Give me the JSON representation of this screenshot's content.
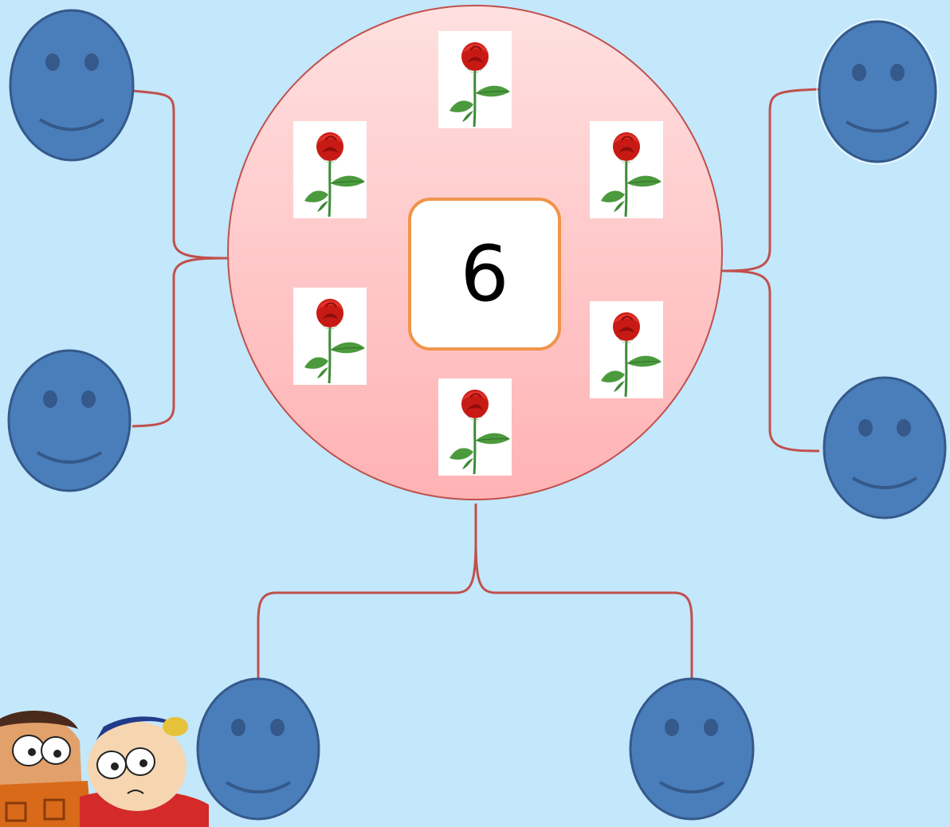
{
  "center": {
    "number": "6"
  },
  "colors": {
    "background": "#c3e7fb",
    "circle_fill_top": "#ffe0e0",
    "circle_fill_bottom": "#ffb2b4",
    "circle_stroke": "#c0504d",
    "connector": "#c0504d",
    "number_border": "#f0944a",
    "smiley_fill": "#4a7ebb",
    "smiley_stroke": "#34598a"
  },
  "icons": {
    "rose": "rose-icon",
    "smiley": "smiley-face-icon",
    "mascots": "cartoon-characters-icon"
  },
  "rose_count": 6,
  "smiley_count": 6
}
